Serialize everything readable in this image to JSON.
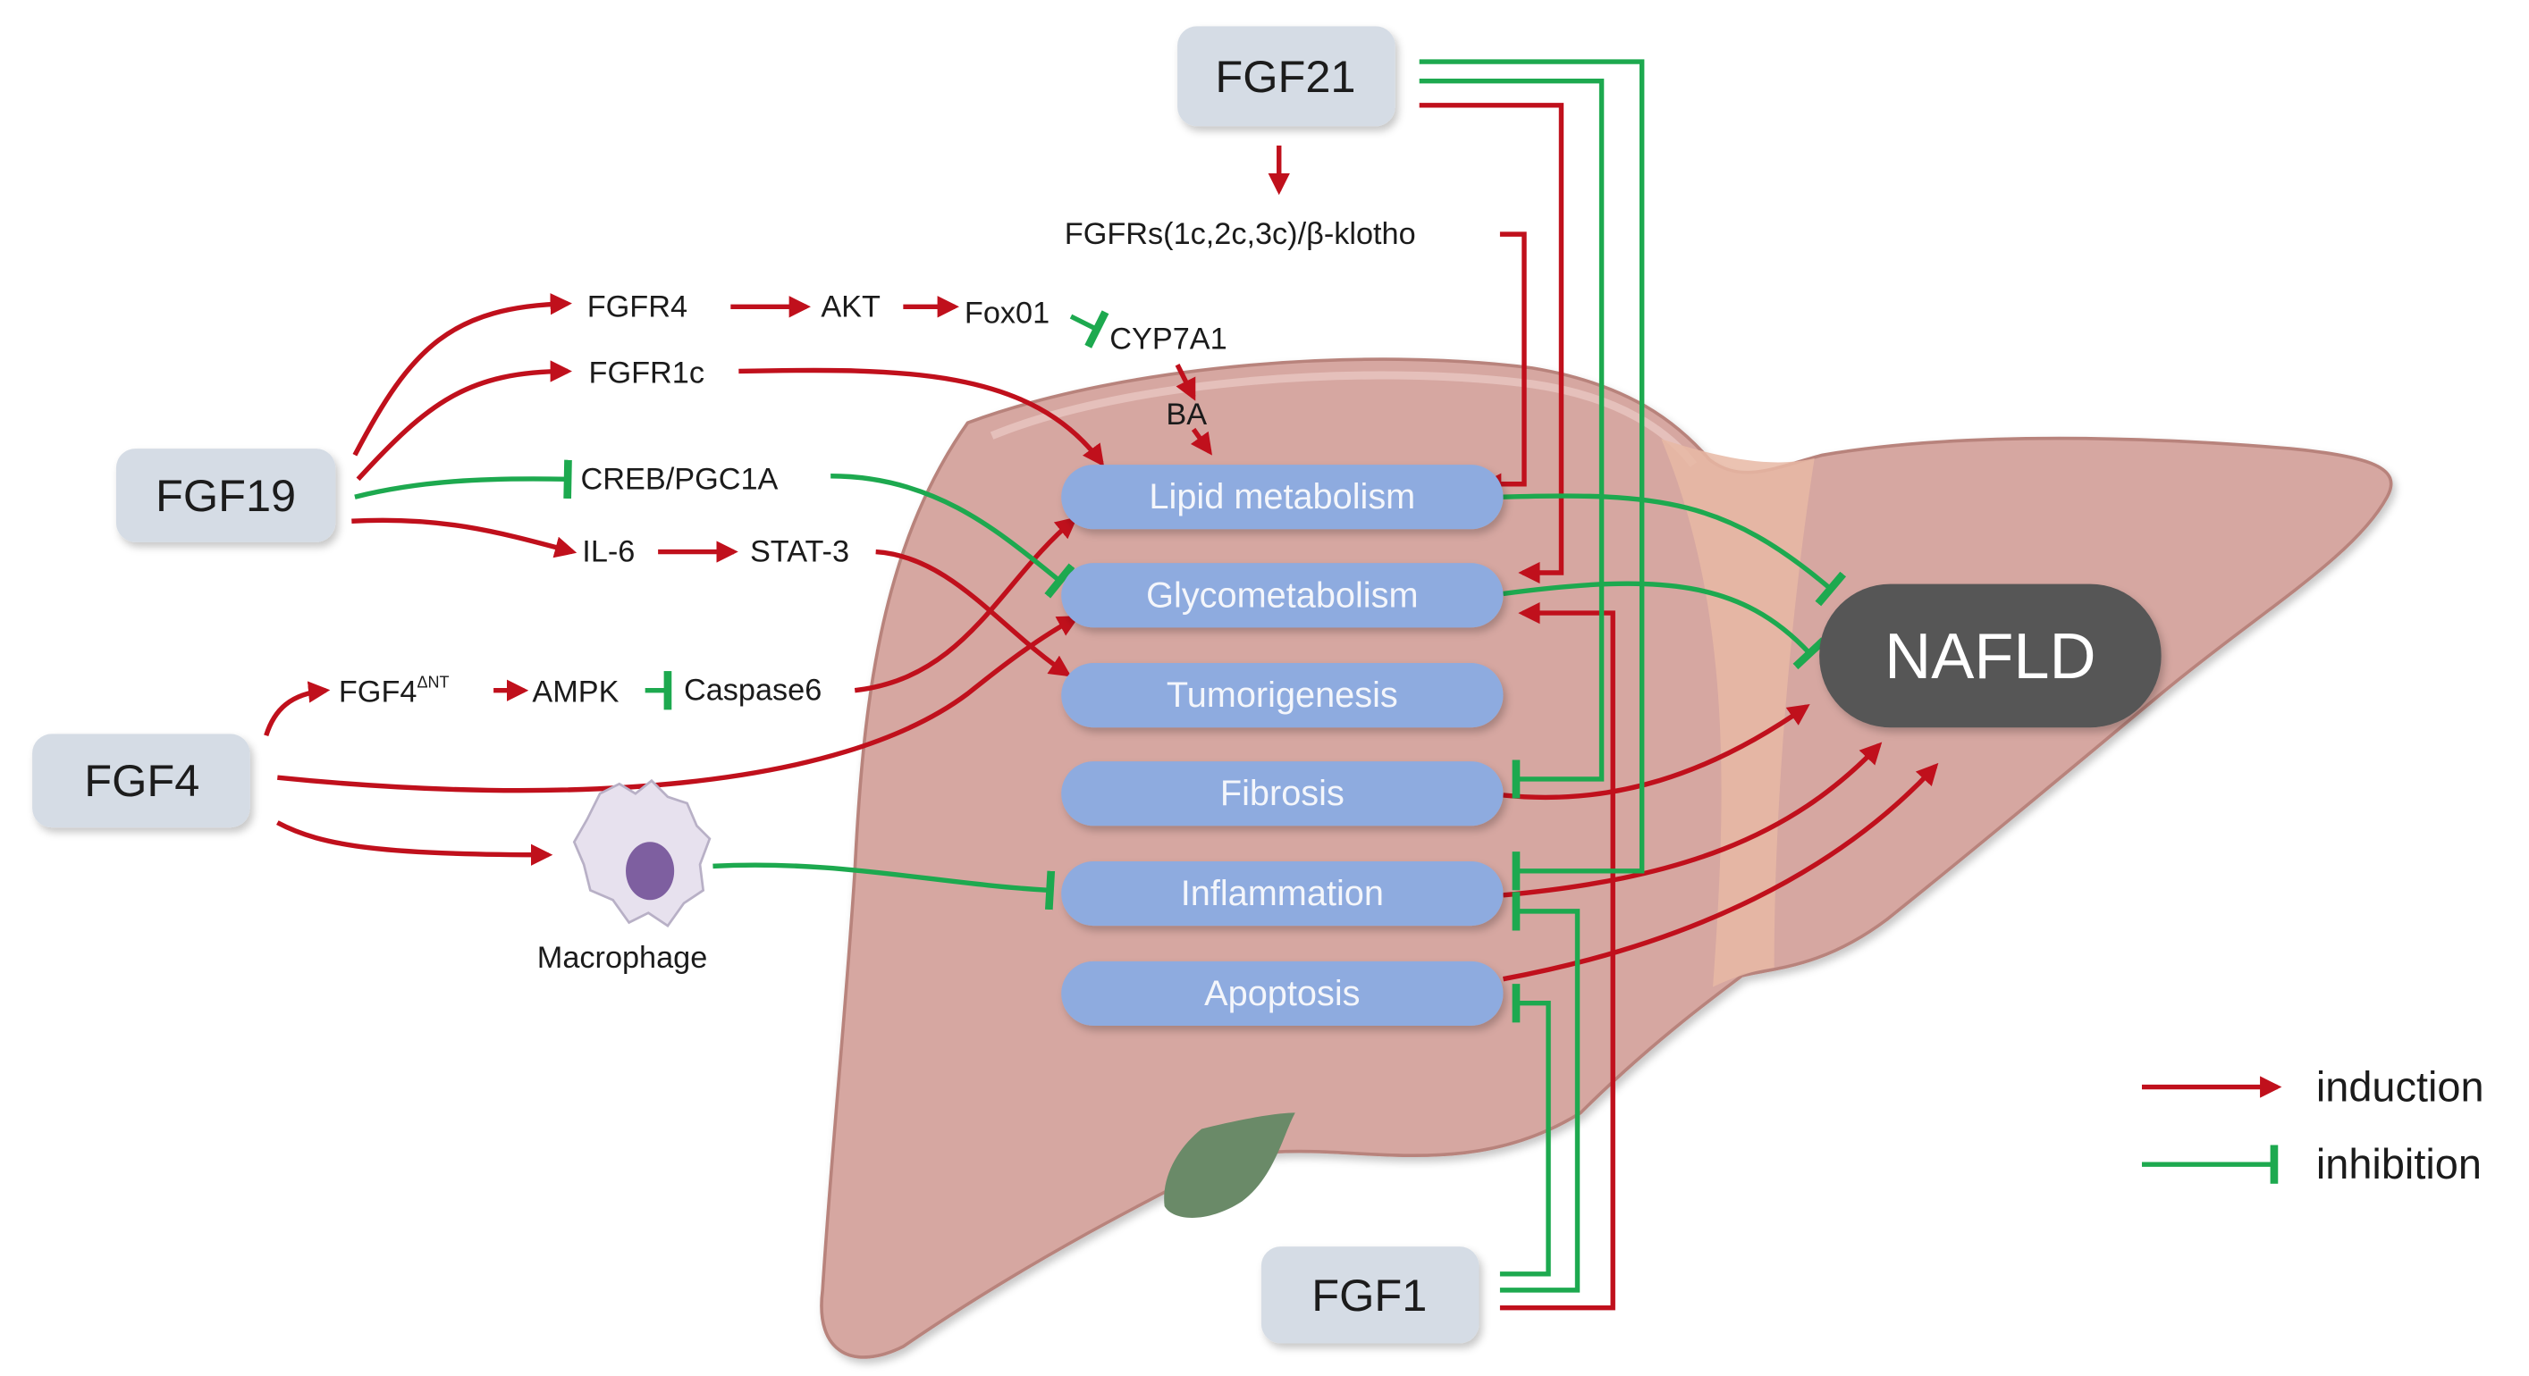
{
  "title": "FGF family regulation of NAFLD pathways",
  "ligands": {
    "fgf21": "FGF21",
    "fgf19": "FGF19",
    "fgf4": "FGF4",
    "fgf1": "FGF1"
  },
  "intermediates": {
    "fgfrs_klotho": "FGFRs(1c,2c,3c)/β-klotho",
    "fgfr4": "FGFR4",
    "akt": "AKT",
    "fox01": "Fox01",
    "cyp7a1": "CYP7A1",
    "ba": "BA",
    "fgfr1c": "FGFR1c",
    "creb_pgc1a": "CREB/PGC1A",
    "il6": "IL-6",
    "stat3": "STAT-3",
    "fgf4_dnt": "FGF4",
    "fgf4_dnt_sup": "ΔNT",
    "ampk": "AMPK",
    "caspase6": "Caspase6",
    "macrophage": "Macrophage"
  },
  "processes": [
    {
      "label": "Lipid metabolism"
    },
    {
      "label": "Glycometabolism"
    },
    {
      "label": "Tumorigenesis"
    },
    {
      "label": "Fibrosis"
    },
    {
      "label": "Inflammation"
    },
    {
      "label": "Apoptosis"
    }
  ],
  "outcome": "NAFLD",
  "legend": {
    "induction": "induction",
    "inhibition": "inhibition"
  },
  "colors": {
    "induction": "#c0101c",
    "inhibition": "#1da94f",
    "liver": "#d6a7a1",
    "process_pill": "#8eabdf",
    "ligand_box": "#d5dce5",
    "nafld_box": "#565656"
  },
  "edges": [
    {
      "from": "FGF21",
      "to": "FGFRs(1c,2c,3c)/β-klotho",
      "type": "induction"
    },
    {
      "from": "FGFRs(1c,2c,3c)/β-klotho",
      "to": "Lipid metabolism",
      "type": "induction"
    },
    {
      "from": "FGF21",
      "to": "Glycometabolism",
      "type": "induction"
    },
    {
      "from": "FGF21",
      "to": "Fibrosis",
      "type": "inhibition"
    },
    {
      "from": "FGF21",
      "to": "Inflammation",
      "type": "inhibition"
    },
    {
      "from": "FGF19",
      "to": "FGFR4",
      "type": "induction"
    },
    {
      "from": "FGFR4",
      "to": "AKT",
      "type": "induction"
    },
    {
      "from": "AKT",
      "to": "Fox01",
      "type": "induction"
    },
    {
      "from": "Fox01",
      "to": "CYP7A1",
      "type": "inhibition"
    },
    {
      "from": "CYP7A1",
      "to": "BA",
      "type": "induction"
    },
    {
      "from": "BA",
      "to": "Lipid metabolism",
      "type": "induction"
    },
    {
      "from": "FGF19",
      "to": "FGFR1c",
      "type": "induction"
    },
    {
      "from": "FGFR1c",
      "to": "Lipid metabolism",
      "type": "induction"
    },
    {
      "from": "FGF19",
      "to": "CREB/PGC1A",
      "type": "inhibition"
    },
    {
      "from": "CREB/PGC1A",
      "to": "Glycometabolism",
      "type": "inhibition"
    },
    {
      "from": "FGF19",
      "to": "IL-6",
      "type": "induction"
    },
    {
      "from": "IL-6",
      "to": "STAT-3",
      "type": "induction"
    },
    {
      "from": "STAT-3",
      "to": "Tumorigenesis",
      "type": "induction"
    },
    {
      "from": "FGF4",
      "to": "FGF4ΔNT",
      "type": "induction"
    },
    {
      "from": "FGF4ΔNT",
      "to": "AMPK",
      "type": "induction"
    },
    {
      "from": "AMPK",
      "to": "Caspase6",
      "type": "inhibition"
    },
    {
      "from": "Caspase6",
      "to": "Lipid metabolism",
      "type": "induction"
    },
    {
      "from": "FGF4",
      "to": "Glycometabolism",
      "type": "induction"
    },
    {
      "from": "FGF4",
      "to": "Macrophage",
      "type": "induction"
    },
    {
      "from": "Macrophage",
      "to": "Inflammation",
      "type": "inhibition"
    },
    {
      "from": "FGF1",
      "to": "Glycometabolism",
      "type": "induction"
    },
    {
      "from": "FGF1",
      "to": "Inflammation",
      "type": "inhibition"
    },
    {
      "from": "FGF1",
      "to": "Apoptosis",
      "type": "inhibition"
    },
    {
      "from": "Lipid metabolism",
      "to": "NAFLD",
      "type": "inhibition"
    },
    {
      "from": "Glycometabolism",
      "to": "NAFLD",
      "type": "inhibition"
    },
    {
      "from": "Fibrosis",
      "to": "NAFLD",
      "type": "induction"
    },
    {
      "from": "Inflammation",
      "to": "NAFLD",
      "type": "induction"
    },
    {
      "from": "Apoptosis",
      "to": "NAFLD",
      "type": "induction"
    }
  ]
}
